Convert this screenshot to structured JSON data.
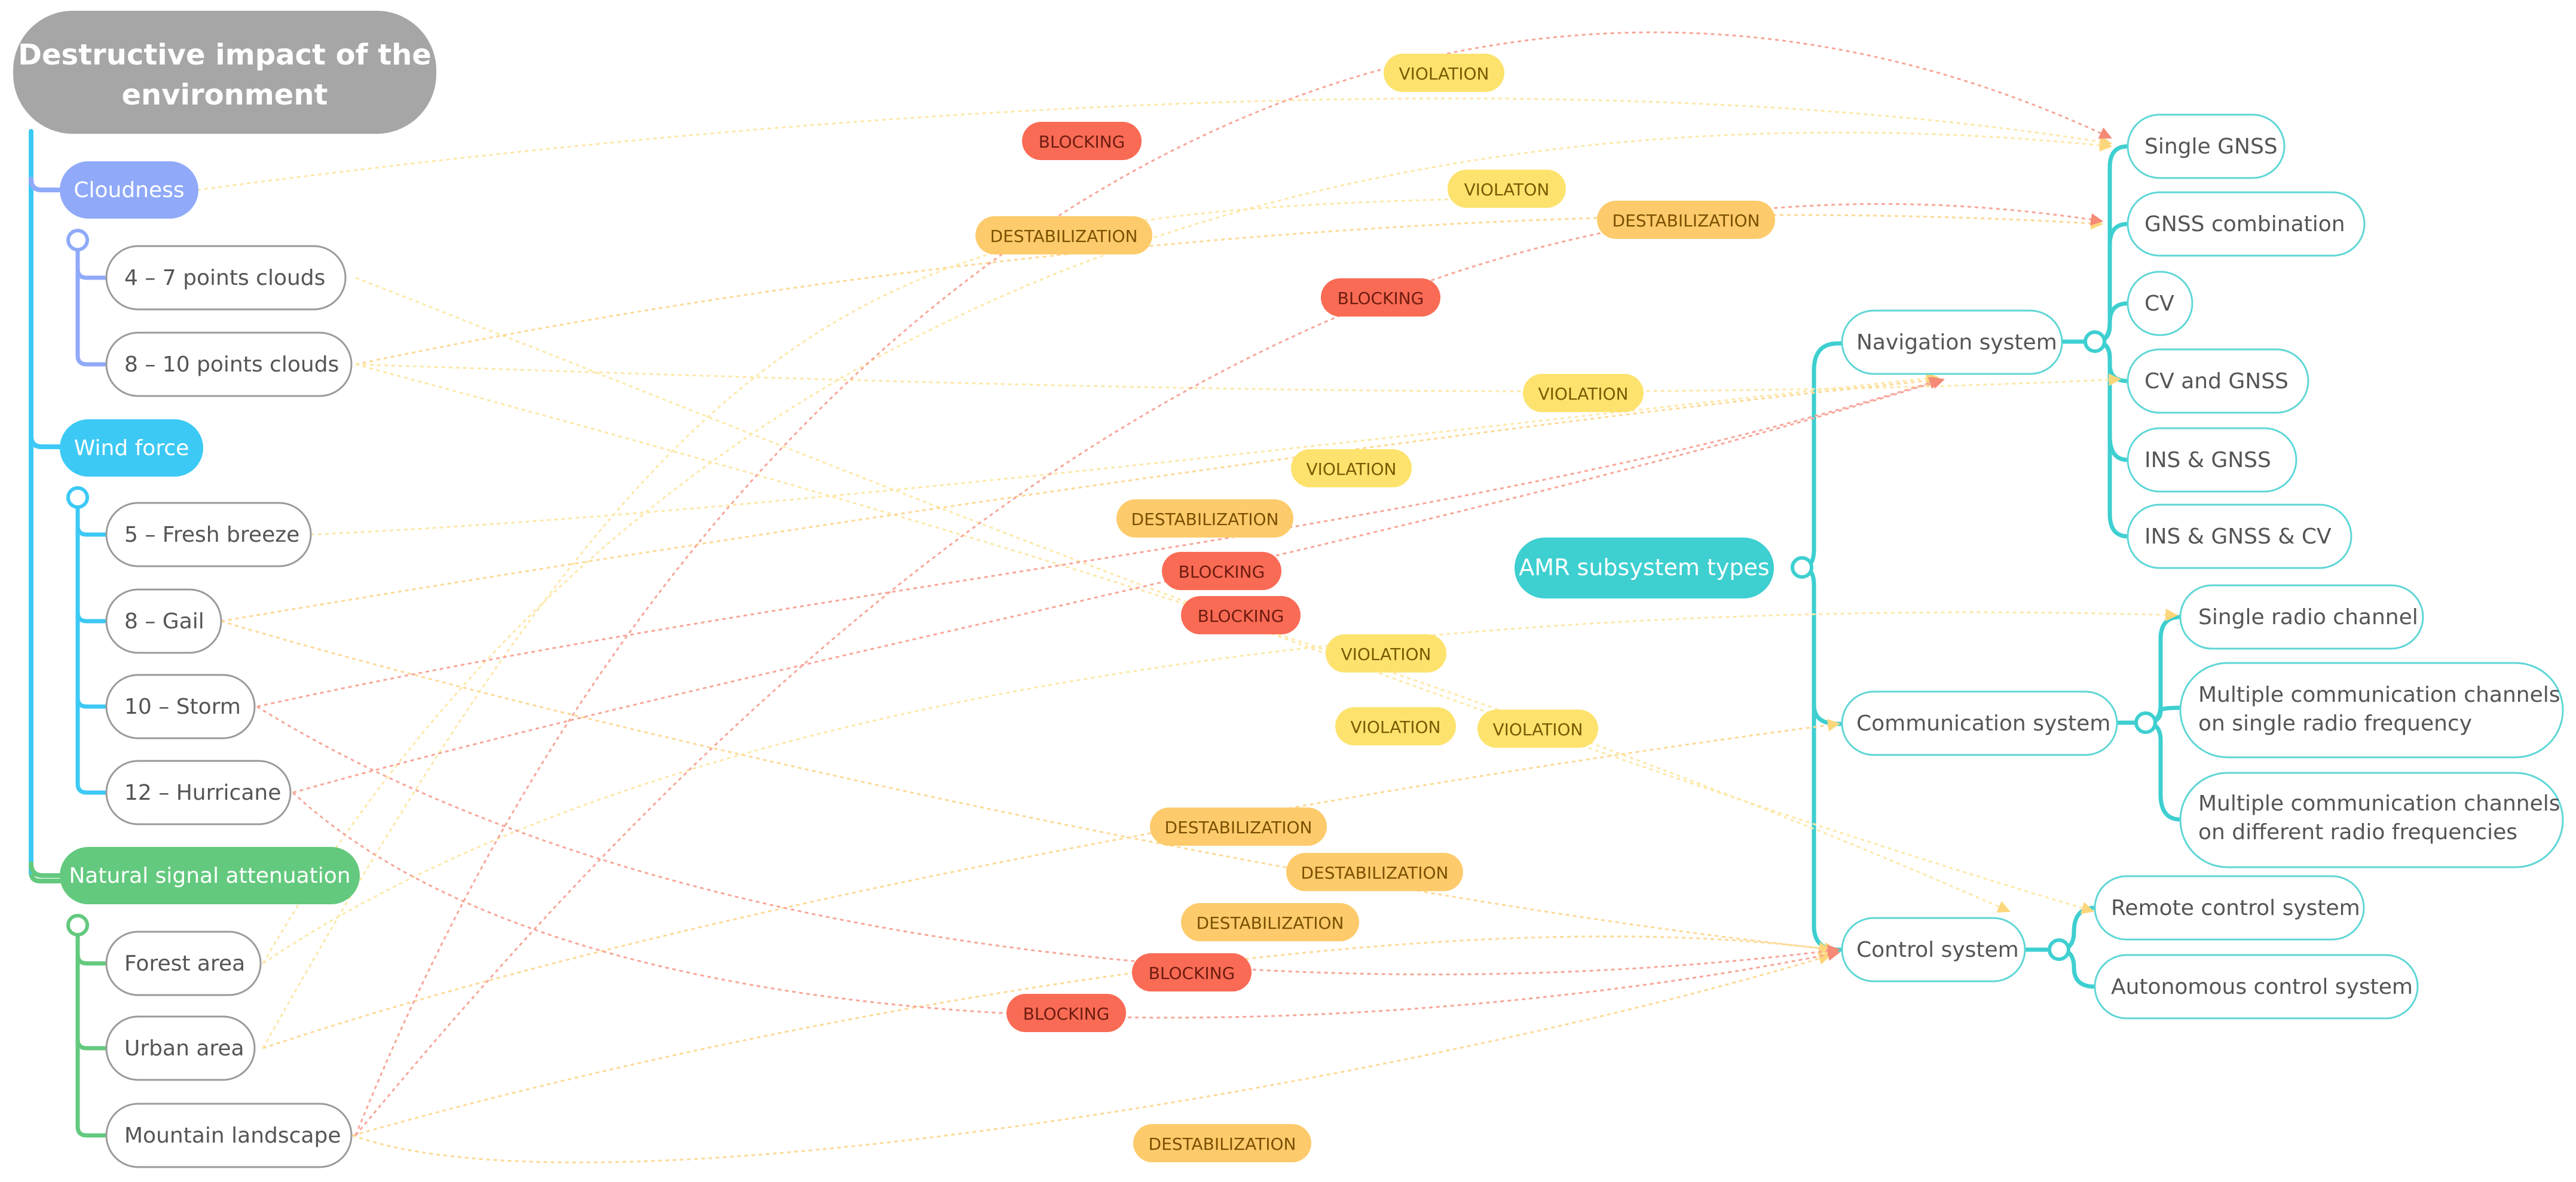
{
  "root": {
    "title_line1": "Destructive impact of the",
    "title_line2": "environment"
  },
  "categories": {
    "cloudness": "Cloudness",
    "wind": "Wind force",
    "attenuation": "Natural signal attenuation"
  },
  "factors": {
    "clouds_4_7": "4  – 7 points clouds",
    "clouds_8_10": "8 – 10 points clouds",
    "fresh_breeze": "5 – Fresh breeze",
    "gail": "8 – Gail",
    "storm": "10 – Storm",
    "hurricane": "12 – Hurricane",
    "forest": "Forest area",
    "urban": "Urban area",
    "mountain": "Mountain landscape"
  },
  "amr": {
    "center": "AMR subsystem types",
    "navigation": "Navigation system",
    "communication": "Communication system",
    "control": "Control system"
  },
  "navigation_items": {
    "single_gnss": "Single GNSS",
    "gnss_combination": "GNSS combination",
    "cv": "CV",
    "cv_gnss": "CV and GNSS",
    "ins_gnss": "INS & GNSS",
    "ins_gnss_cv": "INS & GNSS & CV"
  },
  "communication_items": {
    "single_radio": "Single radio channel",
    "multi_single_l1": "Multiple communication channels",
    "multi_single_l2": "on single radio frequency",
    "multi_diff_l1": "Multiple communication channels",
    "multi_diff_l2": "on different radio frequencies"
  },
  "control_items": {
    "remote": "Remote control system",
    "autonomous": "Autonomous control system"
  },
  "relations": {
    "r1": "VIOLATION",
    "r2": "BLOCKING",
    "r3": "DESTABILIZATION",
    "r4": "VIOLATON",
    "r5": "DESTABILIZATION",
    "r6": "BLOCKING",
    "r7": "VIOLATION",
    "r8": "VIOLATION",
    "r9": "DESTABILIZATION",
    "r10": "BLOCKING",
    "r11": "BLOCKING",
    "r12": "VIOLATION",
    "r13": "VIOLATION",
    "r14": "VIOLATION",
    "r15": "DESTABILIZATION",
    "r16": "DESTABILIZATION",
    "r17": "DESTABILIZATION",
    "r18": "BLOCKING",
    "r19": "BLOCKING",
    "r20": "DESTABILIZATION"
  },
  "colors": {
    "root": "#a6a6a6",
    "cloudness": "#90aaf9",
    "wind": "#3dc9f5",
    "attenuation": "#63c97e",
    "amr": "#3ecfd0",
    "violation": "#fde36e",
    "destabilization": "#fdcb6b",
    "blocking": "#f96b55"
  }
}
